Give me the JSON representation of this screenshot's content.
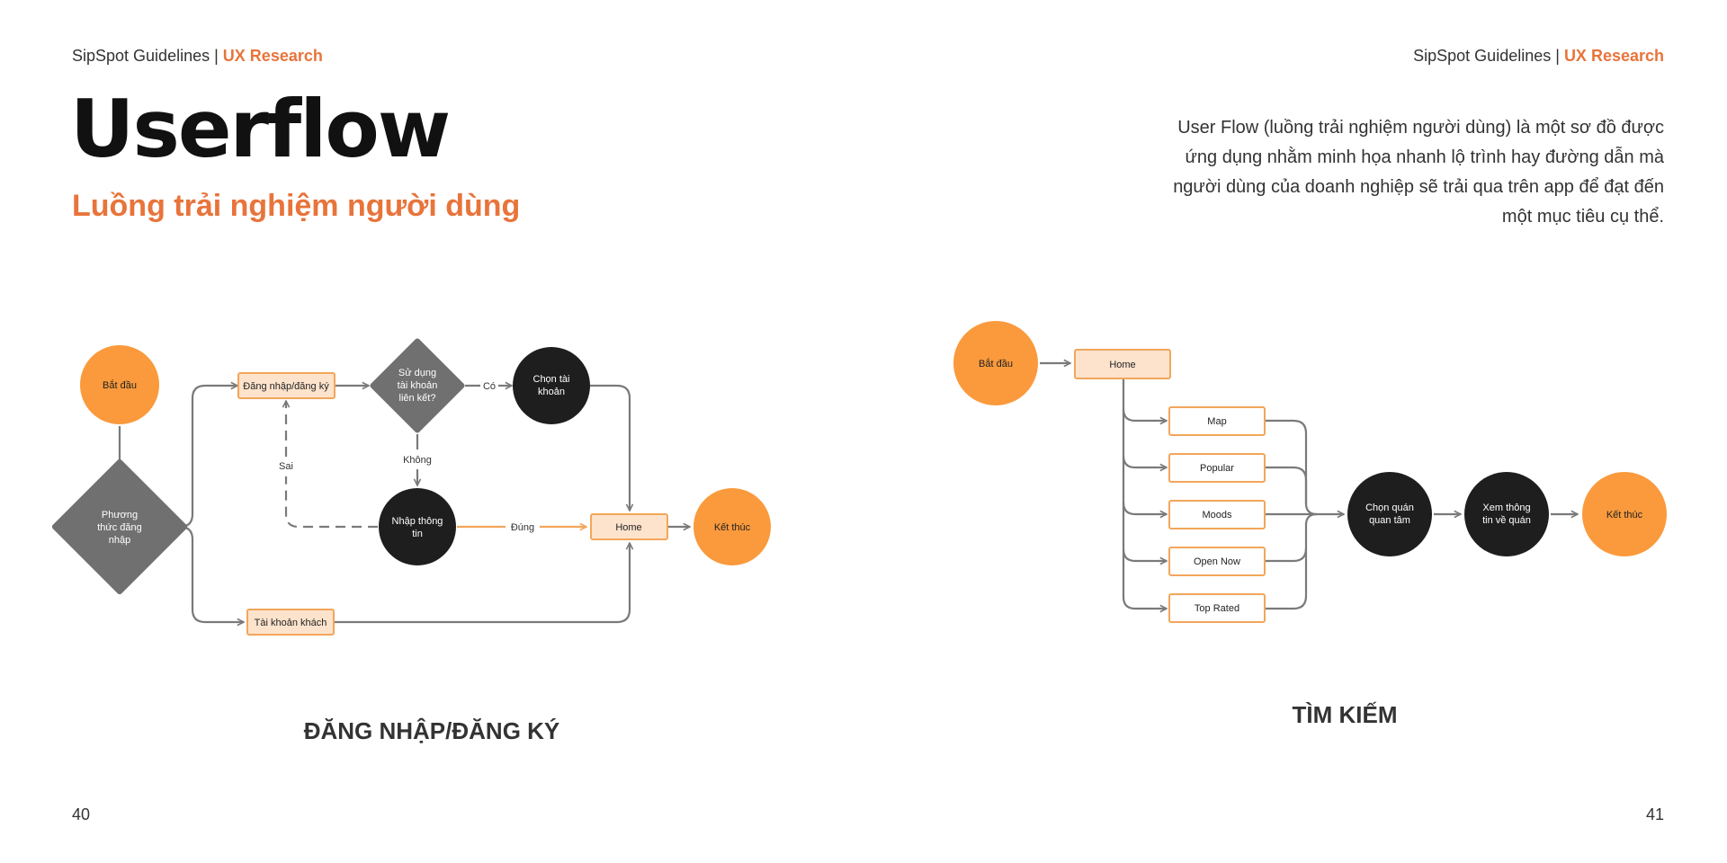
{
  "header": {
    "brand": "SipSpot Guidelines |",
    "section": "UX Research"
  },
  "title": "Userflow",
  "subtitle": "Luồng trải nghiệm người dùng",
  "description": "User Flow (luồng trải nghiệm người dùng) là một sơ đồ được ứng dụng nhằm minh họa nhanh lộ trình hay đường dẫn mà người dùng của doanh nghiệp sẽ trải qua trên app để đạt đến một mục tiêu cụ thể.",
  "colors": {
    "accent": "#e8743b",
    "orange_node": "#fa9a3c",
    "box_fill": "#fde3cc",
    "box_stroke": "#f2a65a",
    "dark_node": "#1e1e1e",
    "diamond": "#707070",
    "line": "#7a7a7a"
  },
  "flow_login": {
    "caption": "ĐĂNG NHẬP/ĐĂNG KÝ",
    "start": "Bắt đầu",
    "method": [
      "Phương",
      "thức đăng",
      "nhập"
    ],
    "login_box": "Đăng nhập/đăng ký",
    "linked": [
      "Sử dụng",
      "tài khoản",
      "liên kết?"
    ],
    "yes": "Có",
    "no": "Không",
    "wrong": "Sai",
    "correct": "Đúng",
    "choose_account": [
      "Chọn tài",
      "khoản"
    ],
    "enter_info": [
      "Nhập thông",
      "tin"
    ],
    "home": "Home",
    "guest": "Tài khoản khách",
    "end": "Kết thúc"
  },
  "flow_search": {
    "caption": "TÌM KIẾM",
    "start": "Bắt đầu",
    "home": "Home",
    "options": [
      "Map",
      "Popular",
      "Moods",
      "Open Now",
      "Top Rated"
    ],
    "choose_shop": [
      "Chọn quán",
      "quan tâm"
    ],
    "view_info": [
      "Xem thông",
      "tin về quán"
    ],
    "end": "Kết thúc"
  },
  "pages": {
    "left": "40",
    "right": "41"
  }
}
